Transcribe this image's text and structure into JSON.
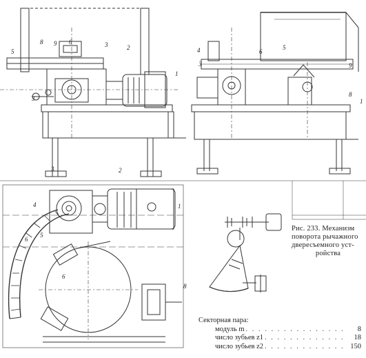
{
  "caption": {
    "lines": [
      "Рис. 233. Механизм",
      "поворота рычажного",
      "двересъемного уст-",
      "ройства"
    ]
  },
  "spec": {
    "title": "Секторная пара:",
    "rows": [
      {
        "label": "модуль m",
        "value": "8"
      },
      {
        "label": "число зубьев z1",
        "value": "18"
      },
      {
        "label": "число зубьев z2",
        "value": "150"
      }
    ]
  },
  "labels": {
    "top_left": [
      "5",
      "8",
      "9",
      "6",
      "3",
      "2",
      "1",
      "3"
    ],
    "top_right": [
      "4",
      "3",
      "6",
      "5",
      "9",
      "8",
      "1"
    ],
    "bottom_left": [
      "3",
      "2",
      "4",
      "1",
      "6",
      "5",
      "6",
      "8"
    ]
  }
}
